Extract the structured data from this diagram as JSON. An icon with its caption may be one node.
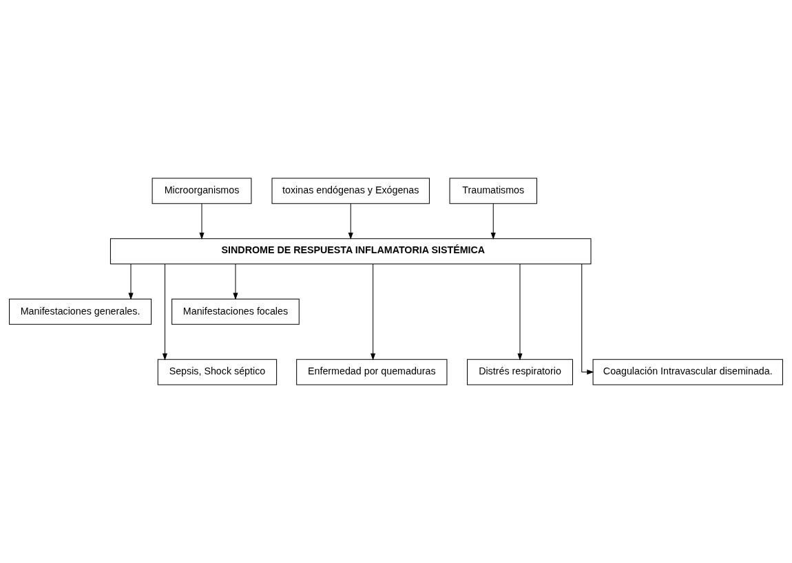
{
  "diagram": {
    "nodes": [
      {
        "text": [
          "Microorganismos"
        ]
      },
      {
        "text": [
          "toxinas endógenas y Exógenas"
        ]
      },
      {
        "text": [
          "Traumatismos"
        ]
      },
      {
        "text": [
          "SINDROME DE RESPUESTA INFLAMATORIA SISTÉMICA"
        ]
      },
      {
        "text": [
          "Manifestaciones generales."
        ]
      },
      {
        "text": [
          "Manifestaciones focales"
        ]
      },
      {
        "text": [
          "Sepsis, Shock séptico"
        ]
      },
      {
        "text": [
          "Enfermedad por quemaduras"
        ]
      },
      {
        "text": [
          "Distrés respiratorio"
        ]
      },
      {
        "text": [
          "Coagulación Intravascular diseminada."
        ]
      }
    ],
    "edges": [
      {
        "from": 0,
        "to": 3,
        "arrow": "to"
      },
      {
        "from": 1,
        "to": 3,
        "arrow": "to"
      },
      {
        "from": 2,
        "to": 3,
        "arrow": "to"
      },
      {
        "from": 3,
        "to": 4,
        "arrow": "to"
      },
      {
        "from": 3,
        "to": 5,
        "arrow": "to"
      },
      {
        "from": 3,
        "to": 6,
        "arrow": "to"
      },
      {
        "from": 3,
        "to": 7,
        "arrow": "to"
      },
      {
        "from": 3,
        "to": 8,
        "arrow": "to"
      },
      {
        "from": 3,
        "to": 9,
        "arrow": "to"
      }
    ]
  }
}
